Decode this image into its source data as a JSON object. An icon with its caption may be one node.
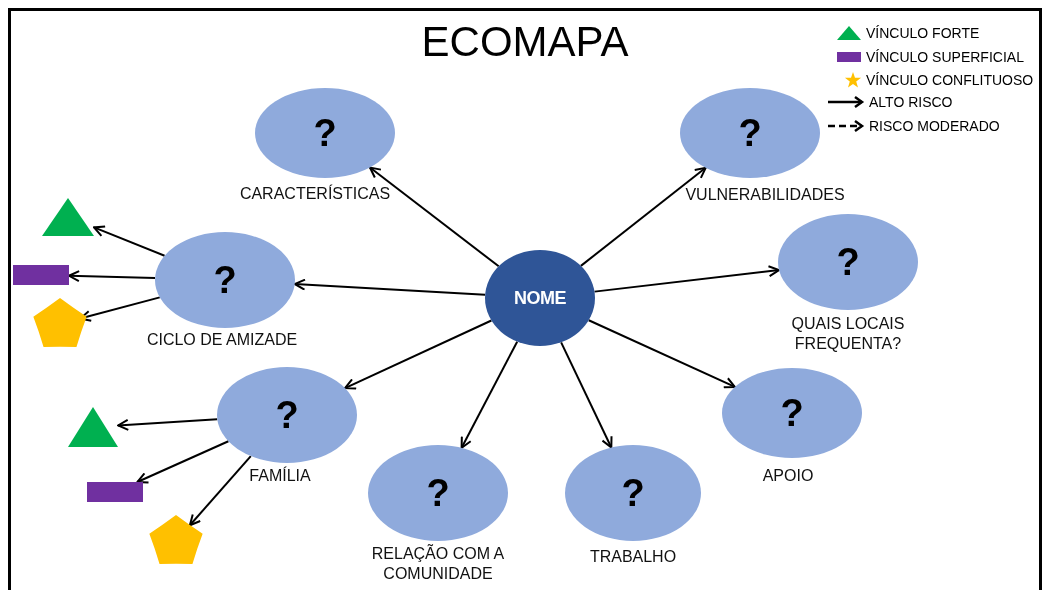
{
  "diagram": {
    "title": "ECOMAPA",
    "nodes": [
      {
        "text": [
          "?"
        ],
        "beside": [
          "CARACTERÍSTICAS"
        ]
      },
      {
        "text": [
          "?"
        ],
        "beside": [
          "VULNERABILIDADES"
        ]
      },
      {
        "text": [],
        "shape": "triangle"
      },
      {
        "text": [
          "?"
        ],
        "beside": [
          "CICLO DE AMIZADE"
        ]
      },
      {
        "text": [
          "NOME"
        ]
      },
      {
        "text": [
          "?"
        ],
        "beside": [
          "QUAIS LOCAIS FREQUENTA?"
        ]
      },
      {
        "text": [],
        "shape": "bar"
      },
      {
        "text": [],
        "shape": "star"
      },
      {
        "text": [
          "?"
        ],
        "beside": [
          "FAMÍLIA"
        ]
      },
      {
        "text": [
          "?"
        ],
        "beside": [
          "APOIO"
        ]
      },
      {
        "text": [],
        "shape": "triangle"
      },
      {
        "text": [],
        "shape": "bar"
      },
      {
        "text": [],
        "shape": "star"
      },
      {
        "text": [
          "?"
        ],
        "beside": [
          "RELAÇÃO COM A COMUNIDADE"
        ]
      },
      {
        "text": [
          "?"
        ],
        "beside": [
          "TRABALHO"
        ]
      }
    ],
    "edges": [
      {
        "from": 4,
        "to": 0,
        "arrow": "to"
      },
      {
        "from": 4,
        "to": 1,
        "arrow": "to"
      },
      {
        "from": 4,
        "to": 3,
        "arrow": "to"
      },
      {
        "from": 4,
        "to": 5,
        "arrow": "to"
      },
      {
        "from": 4,
        "to": 8,
        "arrow": "to"
      },
      {
        "from": 4,
        "to": 9,
        "arrow": "to"
      },
      {
        "from": 4,
        "to": 13,
        "arrow": "to"
      },
      {
        "from": 4,
        "to": 14,
        "arrow": "to"
      },
      {
        "from": 3,
        "to": 2,
        "arrow": "to"
      },
      {
        "from": 3,
        "to": 6,
        "arrow": "to"
      },
      {
        "from": 3,
        "to": 7,
        "arrow": "to"
      },
      {
        "from": 8,
        "to": 10,
        "arrow": "to"
      },
      {
        "from": 8,
        "to": 11,
        "arrow": "to"
      },
      {
        "from": 8,
        "to": 12,
        "arrow": "to"
      }
    ],
    "legend": [
      {
        "text": "VÍNCULO FORTE"
      },
      {
        "text": "VÍNCULO SUPERFICIAL"
      },
      {
        "text": "VÍNCULO CONFLITUOSO"
      },
      {
        "text": "ALTO RISCO"
      },
      {
        "text": "RISCO MODERADO"
      }
    ]
  }
}
